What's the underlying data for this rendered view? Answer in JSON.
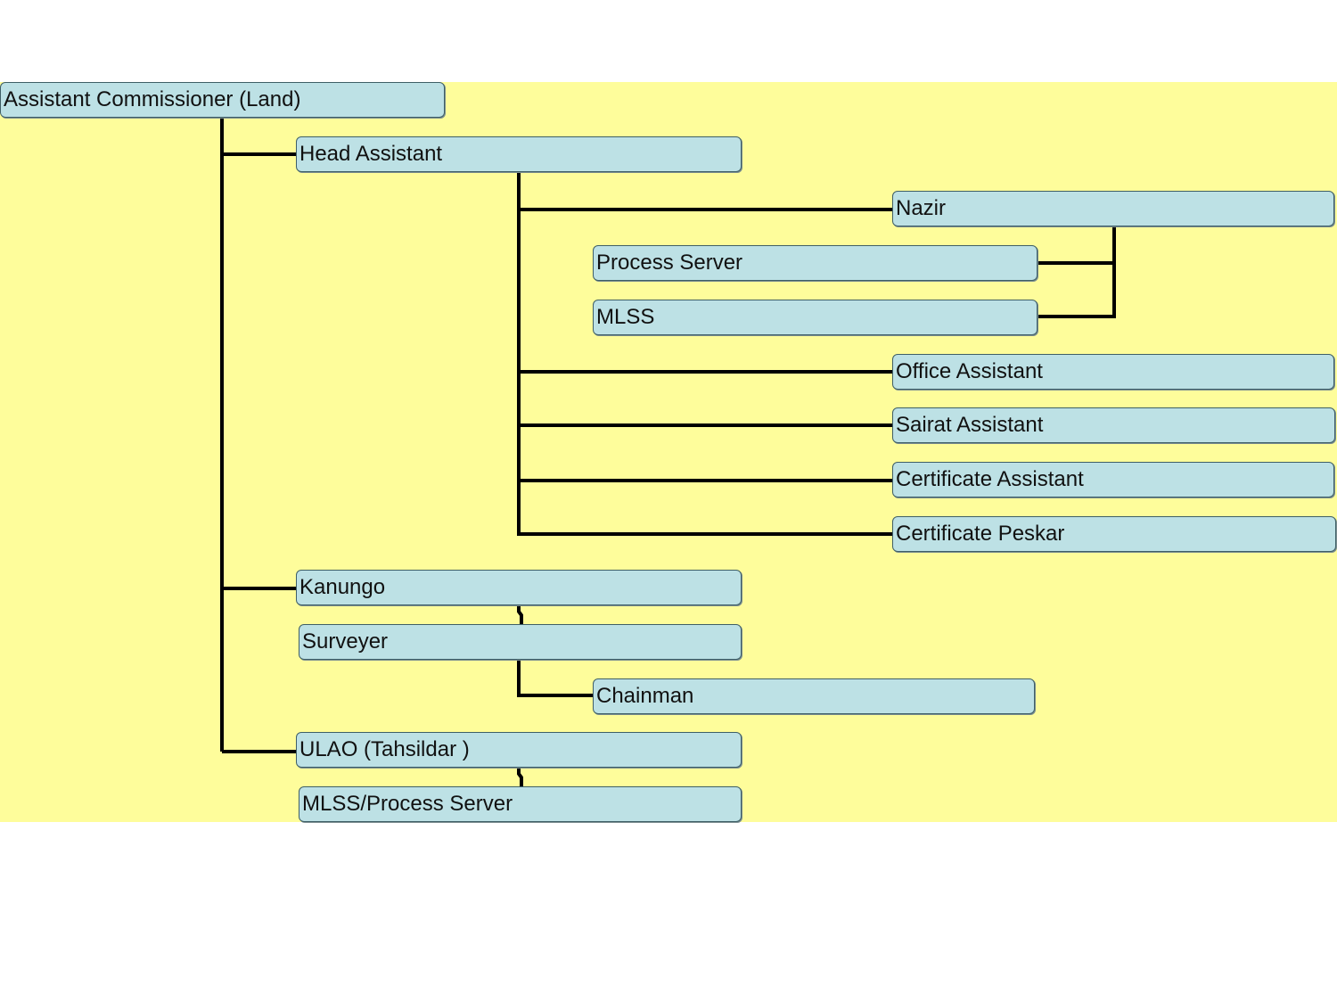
{
  "colors": {
    "background": "#fefd9b",
    "node_fill": "#bde1e5",
    "node_border": "#3f5f66",
    "connector": "#000000"
  },
  "nodes": {
    "assistant_commissioner": "Assistant Commissioner (Land)",
    "head_assistant": "Head Assistant",
    "nazir": "Nazir",
    "process_server": "Process Server",
    "mlss": "MLSS",
    "office_assistant": "Office Assistant",
    "sairat_assistant": "Sairat Assistant",
    "certificate_assistant": "Certificate Assistant",
    "certificate_peskar": "Certificate Peskar",
    "kanungo": "Kanungo",
    "surveyer": "Surveyer",
    "chainman": "Chainman",
    "ulao": "ULAO (Tahsildar )",
    "mlss_process_server": "MLSS/Process Server"
  },
  "hierarchy": [
    {
      "from": "assistant_commissioner",
      "to": "head_assistant"
    },
    {
      "from": "assistant_commissioner",
      "to": "kanungo"
    },
    {
      "from": "assistant_commissioner",
      "to": "ulao"
    },
    {
      "from": "head_assistant",
      "to": "nazir"
    },
    {
      "from": "head_assistant",
      "to": "office_assistant"
    },
    {
      "from": "head_assistant",
      "to": "sairat_assistant"
    },
    {
      "from": "head_assistant",
      "to": "certificate_assistant"
    },
    {
      "from": "head_assistant",
      "to": "certificate_peskar"
    },
    {
      "from": "nazir",
      "to": "process_server"
    },
    {
      "from": "nazir",
      "to": "mlss"
    },
    {
      "from": "kanungo",
      "to": "surveyer"
    },
    {
      "from": "surveyer",
      "to": "chainman"
    },
    {
      "from": "ulao",
      "to": "mlss_process_server"
    }
  ]
}
